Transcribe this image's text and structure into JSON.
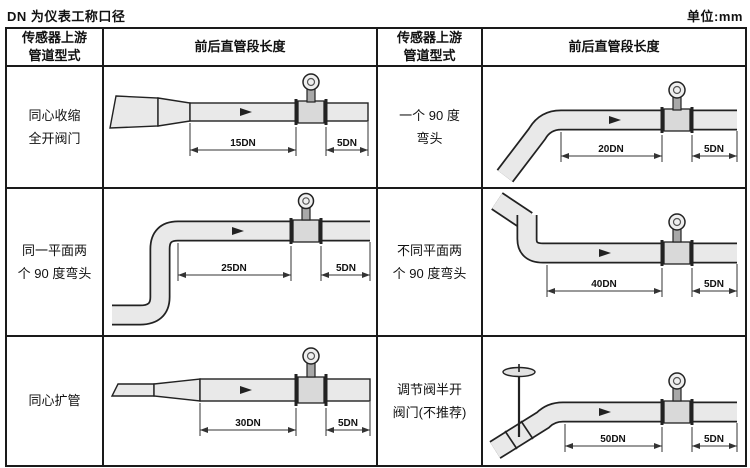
{
  "page": {
    "top_left_note": "DN 为仪表工称口径",
    "top_right_note": "单位:mm"
  },
  "table": {
    "headers": [
      "传感器上游\n管道型式",
      "前后直管段长度",
      "传感器上游\n管道型式",
      "前后直管段长度"
    ],
    "rows": [
      {
        "left_type": "同心收缩\n全开阀门",
        "left_dims": [
          "15DN",
          "5DN"
        ],
        "right_type": "一个 90 度\n弯头",
        "right_dims": [
          "20DN",
          "5DN"
        ]
      },
      {
        "left_type": "同一平面两\n个 90 度弯头",
        "left_dims": [
          "25DN",
          "5DN"
        ],
        "right_type": "不同平面两\n个 90 度弯头",
        "right_dims": [
          "40DN",
          "5DN"
        ]
      },
      {
        "left_type": "同心扩管",
        "left_dims": [
          "30DN",
          "5DN"
        ],
        "right_type": "调节阀半开\n阀门(不推荐)",
        "right_dims": [
          "50DN",
          "5DN"
        ]
      }
    ]
  }
}
